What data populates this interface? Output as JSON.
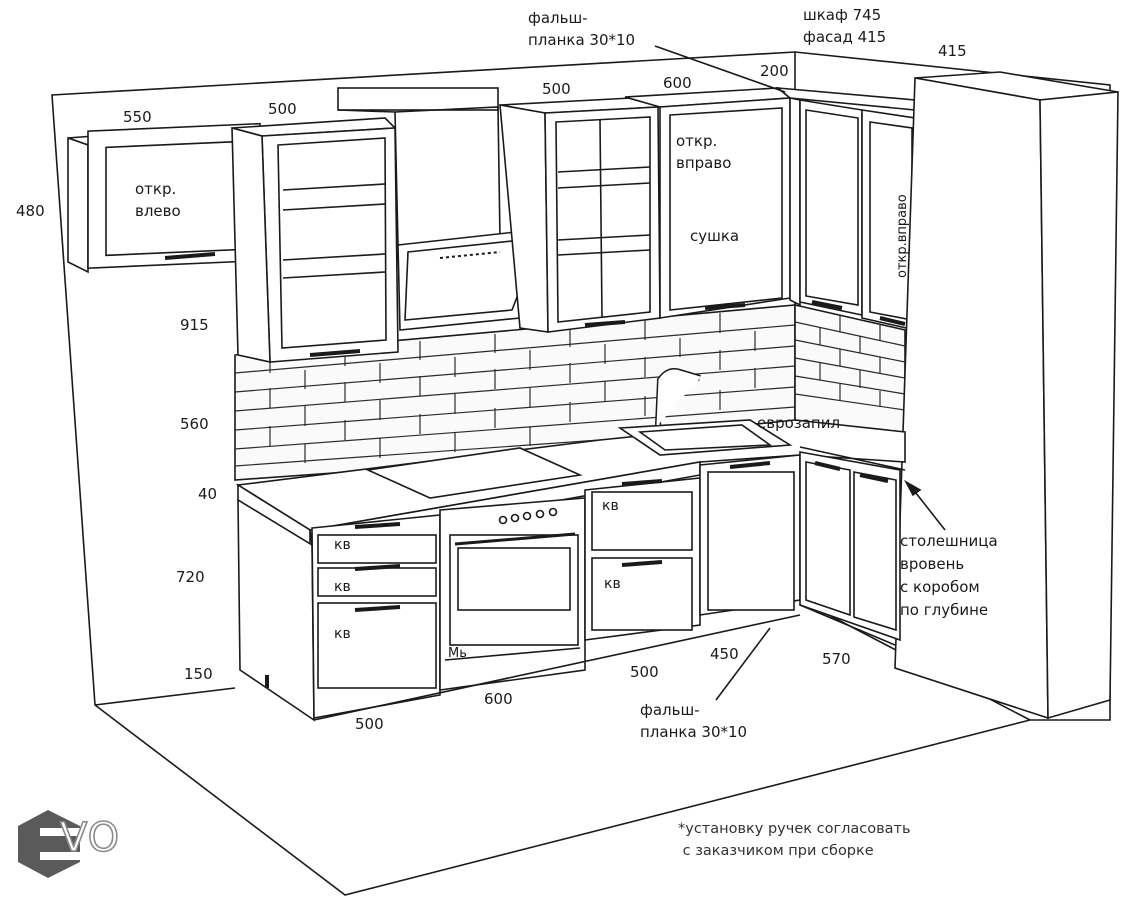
{
  "labels": {
    "w_upper_550": "550",
    "w_upper_500a": "500",
    "w_upper_500b": "500",
    "w_upper_600": "600",
    "w_upper_200": "200",
    "w_upper_415": "415",
    "h_480": "480",
    "h_915": "915",
    "h_560": "560",
    "h_40": "40",
    "h_720": "720",
    "h_150": "150",
    "w_base_500": "500",
    "w_base_600": "600",
    "w_base_500b": "500",
    "w_base_450": "450",
    "w_base_570": "570",
    "false_panel_top": "фальш-\nпланка 30*10",
    "false_panel_bottom": "фальш-\nпланка 30*10",
    "wardrobe": "шкаф 745\nфасад 415",
    "open_left": "откр.\nвлево",
    "open_right": "откр.\nвправо",
    "dryer": "сушка",
    "open_right_vertical": "откр.вправо",
    "eurocut": "еврозапил",
    "worktop_note": "столешница\nвровень\nс коробом\nпо глубине",
    "kv1": "кв",
    "kv2": "кв",
    "kv3": "кв",
    "kv4": "кв",
    "kv5": "кв",
    "mv": "Мь",
    "footnote": "*установку ручек согласовать\n с заказчиком при сборке",
    "logo": "VO"
  },
  "colors": {
    "line": "#1a1a1a",
    "tile": "#2b2b2b",
    "logo_hex": "#5a5a5a",
    "logo_stroke": "#8a8a8a"
  }
}
